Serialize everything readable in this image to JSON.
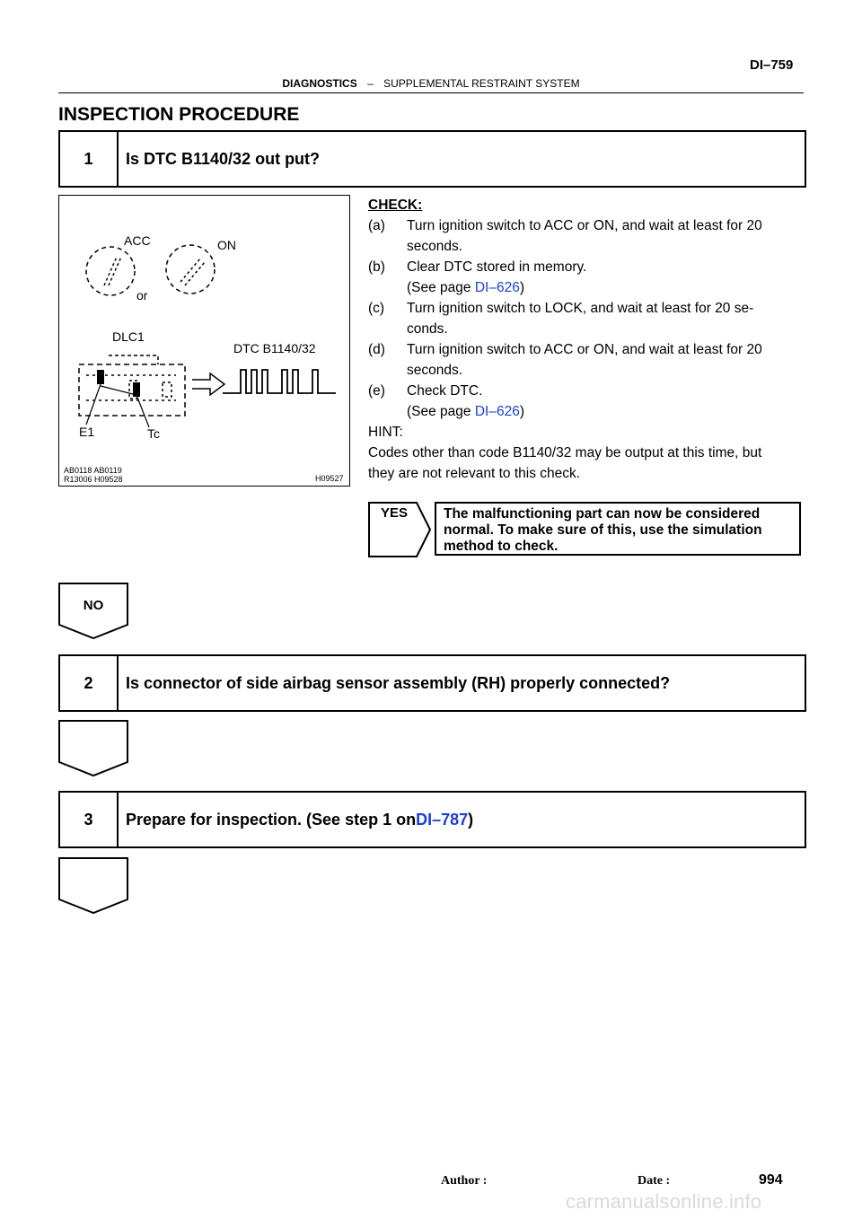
{
  "header": {
    "page_code": "DI–759",
    "section": "DIAGNOSTICS",
    "separator": "–",
    "subsection": "SUPPLEMENTAL RESTRAINT SYSTEM"
  },
  "title": "INSPECTION PROCEDURE",
  "steps": [
    {
      "num": "1",
      "text": "Is DTC B1140/32 out put?"
    },
    {
      "num": "2",
      "text": "Is connector of side airbag sensor assembly (RH) properly connected?"
    },
    {
      "num": "3",
      "text_before": "Prepare for inspection. (See step 1 on ",
      "link": "DI–787",
      "text_after": ")"
    }
  ],
  "figure": {
    "acc": "ACC",
    "on": "ON",
    "or": "or",
    "dlc1": "DLC1",
    "dtc": "DTC B1140/32",
    "e1": "E1",
    "tc": "Tc",
    "codes_line1": "AB0118  AB0119",
    "codes_line2": "R13006  H09528",
    "fig_id": "H09527"
  },
  "check": {
    "heading": "CHECK:",
    "a_label": "(a)",
    "a_line1": "Turn ignition switch to ACC or ON, and wait at least for 20",
    "a_line2": "seconds.",
    "b_label": "(b)",
    "b_line1": "Clear DTC stored in memory.",
    "b_see": "(See page ",
    "b_link": "DI–626",
    "b_close": ")",
    "c_label": "(c)",
    "c_line1": "Turn ignition switch to LOCK, and wait at least for 20 se-",
    "c_line2": "conds.",
    "d_label": "(d)",
    "d_line1": "Turn ignition switch to ACC or ON, and wait at least for 20",
    "d_line2": "seconds.",
    "e_label": "(e)",
    "e_line1": "Check DTC.",
    "e_see": "(See page ",
    "e_link": "DI–626",
    "e_close": ")",
    "hint_label": "HINT:",
    "hint_line1": "Codes other than code B1140/32 may be output at this time, but",
    "hint_line2": "they are not relevant to this check."
  },
  "yes": {
    "label": "YES",
    "line1": "The malfunctioning part can now be considered",
    "line2": "normal. To make sure of this, use the simulation",
    "line3": "method to check."
  },
  "no": {
    "label": "NO"
  },
  "footer": {
    "author_label": "Author :",
    "date_label": "Date :",
    "page_number": "994",
    "watermark": "carmanualsonline.info"
  },
  "colors": {
    "link": "#1a3fd6",
    "watermark": "#d9d9d9"
  }
}
